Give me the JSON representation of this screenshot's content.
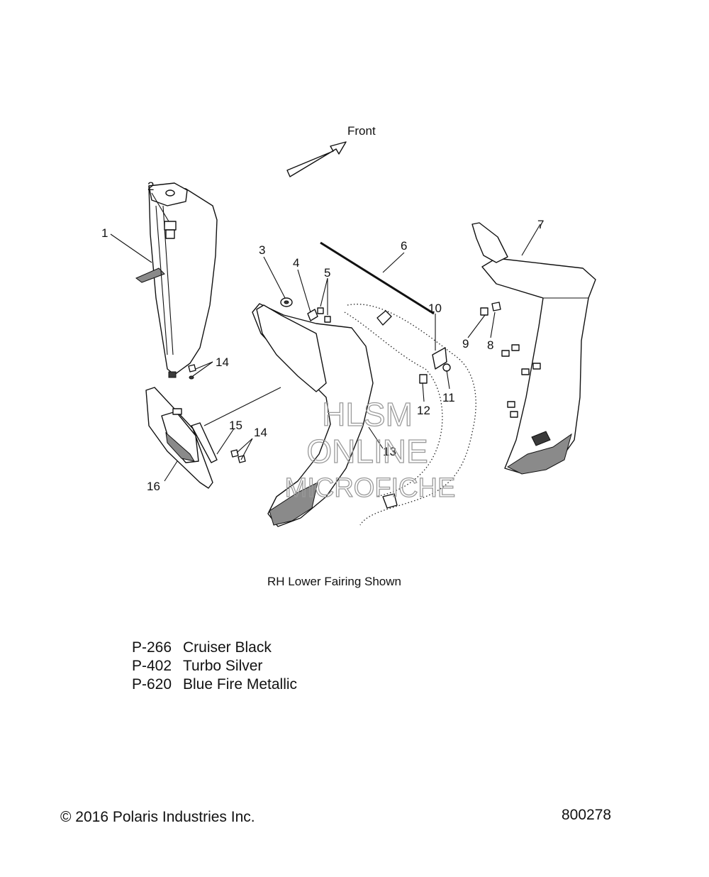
{
  "diagram": {
    "front_label": "Front",
    "callouts": [
      "1",
      "2",
      "3",
      "4",
      "5",
      "6",
      "7",
      "8",
      "9",
      "10",
      "11",
      "12",
      "13",
      "14",
      "14",
      "15",
      "16"
    ],
    "watermark": [
      "HLSM",
      "ONLINE",
      "MICROFICHE"
    ]
  },
  "caption": "RH Lower Fairing Shown",
  "paint_codes": [
    {
      "code": "P-266",
      "name": "Cruiser Black"
    },
    {
      "code": "P-402",
      "name": "Turbo Silver"
    },
    {
      "code": "P-620",
      "name": "Blue Fire Metallic"
    }
  ],
  "footer": {
    "copyright": "© 2016 Polaris Industries Inc.",
    "drawing_number": "800278"
  }
}
